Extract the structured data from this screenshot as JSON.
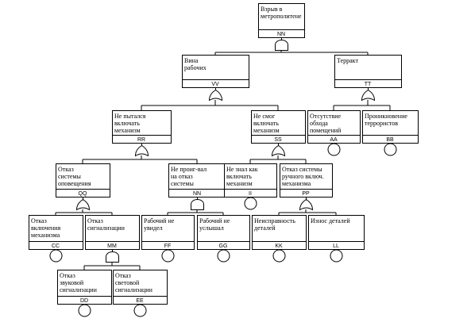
{
  "events": {
    "NN_top": {
      "code": "NN",
      "lines": [
        "Взрыв в",
        "метрополитене"
      ]
    },
    "VV": {
      "code": "VV",
      "lines": [
        "Вина",
        "рабочих"
      ]
    },
    "TT": {
      "code": "TT",
      "lines": [
        "Терракт"
      ]
    },
    "RR": {
      "code": "RR",
      "lines": [
        "Не пытался",
        "включать",
        "механизм"
      ]
    },
    "SS": {
      "code": "SS",
      "lines": [
        "Не смог",
        "включать",
        "механизм"
      ]
    },
    "AA": {
      "code": "AA",
      "lines": [
        "Отсутствие",
        "обхода",
        "помещений"
      ]
    },
    "BB": {
      "code": "BB",
      "lines": [
        "Проникновение",
        "террористов"
      ]
    },
    "QQ": {
      "code": "QQ",
      "lines": [
        "Отказ",
        "системы",
        "оповещения"
      ]
    },
    "NN_sub": {
      "code": "NN",
      "lines": [
        "Не проиг-вал",
        "на отказ",
        "системы"
      ]
    },
    "II": {
      "code": "II",
      "lines": [
        "Не знал как",
        "включать",
        "механизм"
      ]
    },
    "PP": {
      "code": "PP",
      "lines": [
        "Отказ системы",
        "ручного включ.",
        "механизма"
      ]
    },
    "CC": {
      "code": "CC",
      "lines": [
        "Отказ",
        "включения",
        "механизма"
      ]
    },
    "MM": {
      "code": "MM",
      "lines": [
        "Отказ",
        "сигнализации"
      ]
    },
    "FF": {
      "code": "FF",
      "lines": [
        "Рабочий не",
        "увидел"
      ]
    },
    "GG": {
      "code": "GG",
      "lines": [
        "Рабочий не",
        "услышал"
      ]
    },
    "KK": {
      "code": "KK",
      "lines": [
        "Неисправность",
        "деталей"
      ]
    },
    "LL": {
      "code": "LL",
      "lines": [
        "Износ деталей"
      ]
    },
    "DD": {
      "code": "DD",
      "lines": [
        "Отказ",
        "звуковой",
        "сигнализации"
      ]
    },
    "EE": {
      "code": "EE",
      "lines": [
        "Отказ",
        "световой",
        "сигнализации"
      ]
    }
  }
}
